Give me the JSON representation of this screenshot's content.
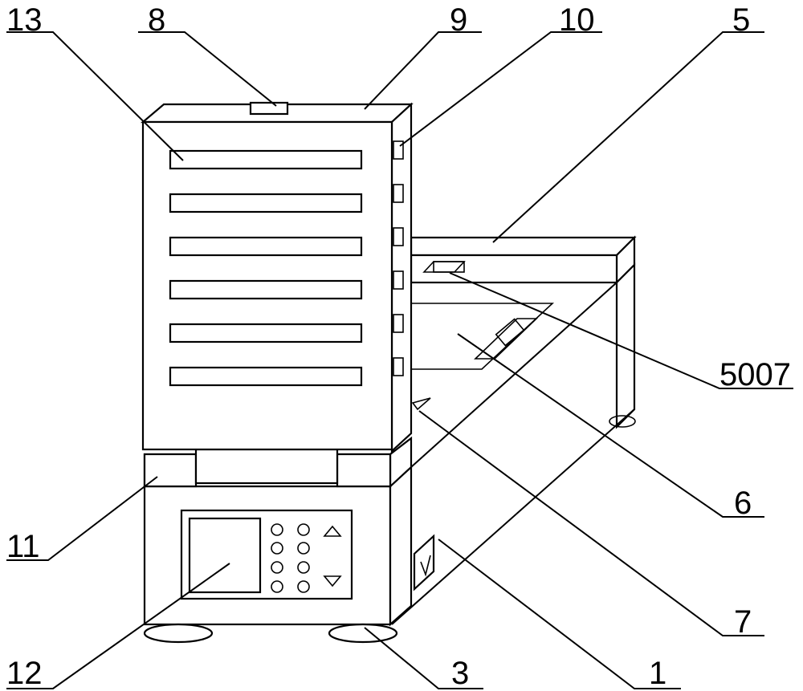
{
  "figure": {
    "callouts": [
      {
        "key": "c13",
        "label": "13"
      },
      {
        "key": "c8",
        "label": "8"
      },
      {
        "key": "c9",
        "label": "9"
      },
      {
        "key": "c10",
        "label": "10"
      },
      {
        "key": "c5",
        "label": "5"
      },
      {
        "key": "c5007",
        "label": "5007"
      },
      {
        "key": "c6",
        "label": "6"
      },
      {
        "key": "c11",
        "label": "11"
      },
      {
        "key": "c7",
        "label": "7"
      },
      {
        "key": "c12",
        "label": "12"
      },
      {
        "key": "c3",
        "label": "3"
      },
      {
        "key": "c1",
        "label": "1"
      }
    ]
  }
}
